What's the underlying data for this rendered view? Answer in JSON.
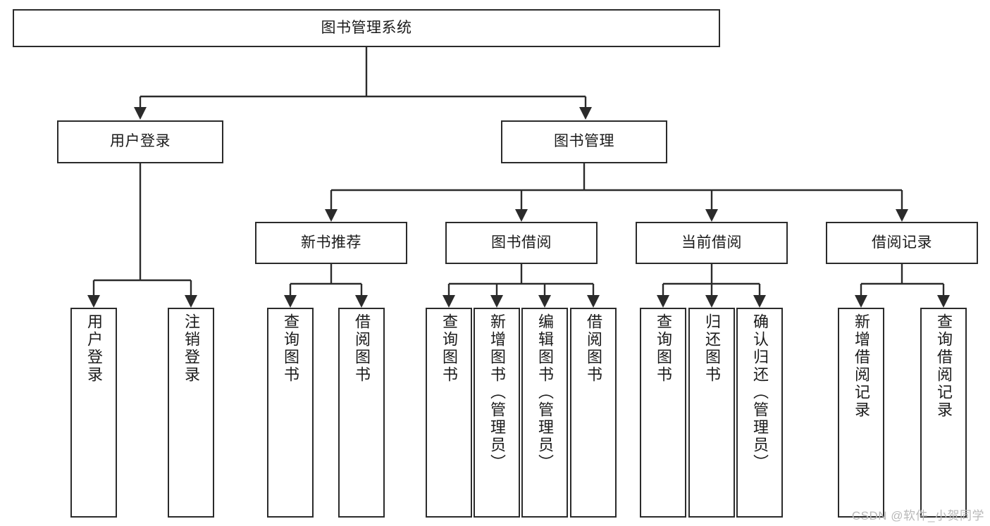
{
  "diagram": {
    "title_node": {
      "id": "root",
      "label": "图书管理系统"
    },
    "level2": [
      {
        "id": "user-login",
        "label": "用户登录"
      },
      {
        "id": "book-manage",
        "label": "图书管理"
      }
    ],
    "level3": [
      {
        "id": "new-book-recommend",
        "label": "新书推荐"
      },
      {
        "id": "book-borrow",
        "label": "图书借阅"
      },
      {
        "id": "current-borrow",
        "label": "当前借阅"
      },
      {
        "id": "borrow-record",
        "label": "借阅记录"
      }
    ],
    "leaves": [
      {
        "id": "leaf-user-login",
        "label": "用户登录",
        "parent": "user-login"
      },
      {
        "id": "leaf-logout-login",
        "label": "注销登录",
        "parent": "user-login"
      },
      {
        "id": "leaf-query-book-1",
        "label": "查询图书",
        "parent": "new-book-recommend"
      },
      {
        "id": "leaf-borrow-book-1",
        "label": "借阅图书",
        "parent": "new-book-recommend"
      },
      {
        "id": "leaf-query-book-2",
        "label": "查询图书",
        "parent": "book-borrow"
      },
      {
        "id": "leaf-add-book-admin",
        "label": "新增图书（管理员）",
        "parent": "book-borrow"
      },
      {
        "id": "leaf-edit-book-admin",
        "label": "编辑图书（管理员）",
        "parent": "book-borrow"
      },
      {
        "id": "leaf-borrow-book-2",
        "label": "借阅图书",
        "parent": "book-borrow"
      },
      {
        "id": "leaf-query-book-3",
        "label": "查询图书",
        "parent": "current-borrow"
      },
      {
        "id": "leaf-return-book",
        "label": "归还图书",
        "parent": "current-borrow"
      },
      {
        "id": "leaf-confirm-return-admin",
        "label": "确认归还（管理员）",
        "parent": "current-borrow"
      },
      {
        "id": "leaf-add-borrow-record",
        "label": "新增借阅记录",
        "parent": "borrow-record"
      },
      {
        "id": "leaf-query-borrow-record",
        "label": "查询借阅记录",
        "parent": "borrow-record"
      }
    ],
    "colors": {
      "stroke": "#2b2b2b",
      "fill": "#ffffff",
      "text": "#1b1b1b",
      "watermark": "#b8b8b8"
    }
  },
  "watermark": {
    "text": "CSDN @软件_小贺同学"
  }
}
